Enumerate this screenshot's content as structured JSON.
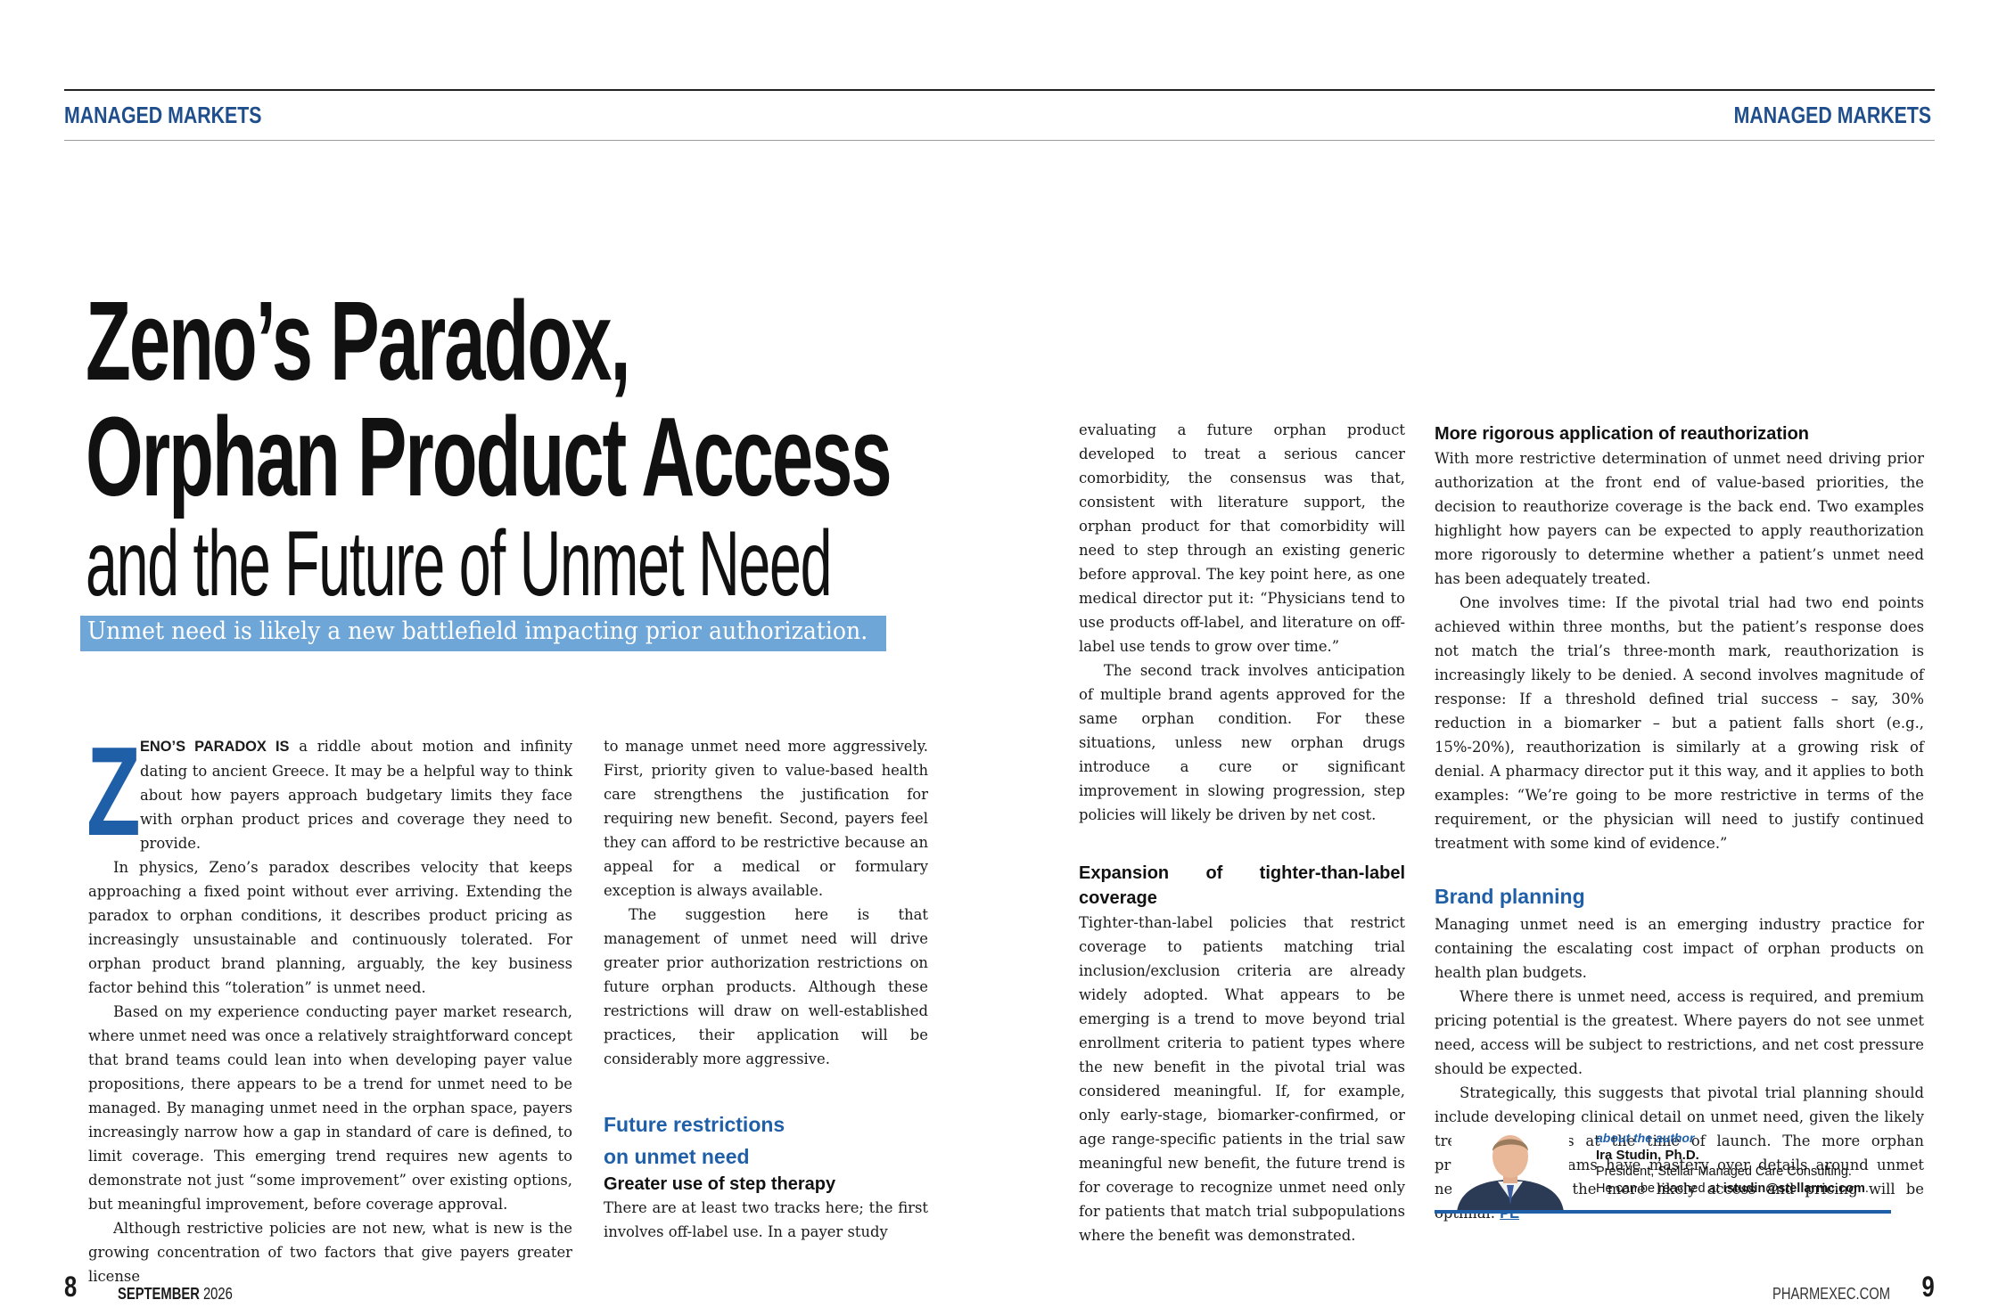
{
  "header": {
    "section_left": "MANAGED MARKETS",
    "section_right": "MANAGED MARKETS"
  },
  "article": {
    "title_line1": "Zeno’s Paradox,",
    "title_line2": "Orphan Product Access",
    "title_line3": "and the Future of Unmet Need",
    "subtitle": "Unmet need is likely a new battlefield impacting prior authorization.",
    "dropcap": "Z",
    "lead_in": "ENO’S PARADOX IS",
    "col1": {
      "p1": "a riddle about motion and infinity dating to ancient Greece. It may be a helpful way to think about how payers approach budgetary limits they face with orphan product prices and coverage they need to provide.",
      "p2": "In physics, Zeno’s paradox describes velocity that keeps approaching a fixed point without ever arriving. Extending the paradox to orphan conditions, it describes product pricing as increasingly unsustainable and continuously tolerated. For orphan product brand planning, arguably, the key business factor behind this “toleration” is unmet need.",
      "p3": "Based on my experience conducting payer market research, where unmet need was once a relatively straightforward concept that brand teams could lean into when developing payer value propositions, there appears to be a trend for unmet need to be managed. By managing unmet need in the orphan space, payers increasingly narrow how a gap in standard of care is defined, to limit coverage. This emerging trend requires new agents to demonstrate not just “some improvement” over existing options, but meaningful improvement, before coverage approval.",
      "p4": "Although restrictive policies are not new, what is new is the growing concentration of two factors that give payers greater license"
    },
    "col2": {
      "p1": "to manage unmet need more aggressively. First, priority given to value-based health care strengthens the justification for requiring new benefit. Second, payers feel they can afford to be restrictive because an appeal for a medical or formulary exception is always available.",
      "p2": "The suggestion here is that management of unmet need will drive greater prior authorization restrictions on future orphan products. Although these restrictions will draw on well-established practices, their application will be considerably more aggressive.",
      "heading1_line1": "Future restrictions",
      "heading1_line2": "on unmet need",
      "subheading1": "Greater use of step therapy",
      "p3": "There are at least two tracks here; the first involves off-label use. In a payer study"
    },
    "col3": {
      "p1": "evaluating a future orphan product developed to treat a serious cancer comorbidity, the consensus was that, consistent with literature support, the orphan product for that comorbidity will need to step through an existing generic before approval. The key point here, as one medical director put it: “Physicians tend to use products off-label, and literature on off-label use tends to grow over time.”",
      "p2": "The second track involves anticipation of multiple brand agents approved for the same orphan condition. For these situations, unless new orphan drugs introduce a cure or significant improvement in slowing progression, step policies will likely be driven by net cost.",
      "subheading2": "Expansion of tighter-than-label coverage",
      "p3": "Tighter-than-label policies that restrict coverage to patients matching trial inclusion/exclusion criteria are already widely adopted. What appears to be emerging is a trend to move beyond trial enrollment criteria to patient types where the new benefit in the pivotal trial was considered meaningful. If, for example, only early-stage, biomarker-confirmed, or age range-specific patients in the trial saw meaningful new benefit, the future trend is for coverage to recognize unmet need only for patients that match trial subpopulations where the benefit was demonstrated."
    },
    "col4": {
      "subheading3": "More rigorous application of reauthorization",
      "p1": "With more restrictive determination of unmet need driving prior authorization at the front end of value-based priorities, the decision to reauthorize coverage is the back end. Two examples highlight how payers can be expected to apply reauthorization more rigorously to determine whether a patient’s unmet need has been adequately treated.",
      "p2": "One involves time: If the pivotal trial had two end points achieved within three months, but the patient’s response does not match the trial’s three-month mark, reauthorization is increasingly likely to be denied. A second involves magnitude of response: If a threshold defined trial success – say, 30% reduction in a biomarker – but a patient falls short (e.g., 15%-20%), reauthorization is similarly at a growing risk of denial. A pharmacy director put it this way, and it applies to both examples: “We’re going to be more restrictive in terms of the requirement, or the physician will need to justify continued treatment with some kind of evidence.”",
      "heading2": "Brand planning",
      "p3": "Managing unmet need is an emerging industry practice for containing the escalating cost impact of orphan products on health plan budgets.",
      "p4": "Where there is unmet need, access is required, and premium pricing potential is the greatest. Where payers do not see unmet need, access will be subject to restrictions, and net cost pressure should be expected.",
      "p5": "Strategically, this suggests that pivotal trial planning should include developing clinical detail on unmet need, given the likely treatment options at the time of launch. The more orphan product brand teams have mastery over details around unmet need at launch, the more likely access and pricing will be optimal.",
      "end_mark": "PE"
    }
  },
  "author": {
    "tag": "about the author",
    "name": "Ira Studin, Ph.D.",
    "role": "President, Stellar Managed Care Consulting.",
    "contact_prefix": "He can be reached at ",
    "email": "istudin@stellarmc.com",
    "contact_suffix": "."
  },
  "footer": {
    "page_left": "8",
    "issue_month": "SEPTEMBER",
    "issue_year": "2026",
    "site": "PHARMEXEC.COM",
    "page_right": "9"
  },
  "colors": {
    "accent_blue": "#1f5fa8",
    "section_blue": "#1f4e8c",
    "subtitle_bar": "#6ea6d8"
  }
}
